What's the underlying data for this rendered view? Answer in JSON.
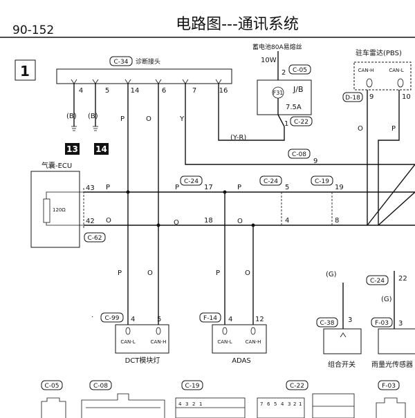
{
  "header": {
    "page_number": "90-152",
    "title": "电路图---通讯系统",
    "section_number": "1"
  },
  "diag_connector": {
    "code": "C-34",
    "label": "诊断接头",
    "pins": [
      "4",
      "5",
      "14",
      "6",
      "7",
      "16"
    ],
    "wire_colors": [
      "(B)",
      "(B)",
      "P",
      "O",
      "Y"
    ],
    "ground_badges": [
      "13",
      "14"
    ]
  },
  "junction_box": {
    "fuse_label": "蓄电池80A易熔丝",
    "wattage": "10W",
    "top_pin": "2",
    "top_connector": "C-05",
    "name": "J/B",
    "fuse_id": "F31",
    "fuse_rating": "7.5A",
    "bottom_pin": "1",
    "bottom_connector": "C-22",
    "wire_label": "(Y-R)"
  },
  "pbs": {
    "title": "驻车雷达(PBS)",
    "can_h": "CAN-H",
    "can_l": "CAN-L",
    "connector": "D-18",
    "pin_a": "9",
    "pin_b": "10",
    "wire_o": "O",
    "wire_p": "P"
  },
  "c08": {
    "code": "C-08",
    "pin": "9"
  },
  "airbag": {
    "title": "气囊-ECU",
    "resistor": "120Ω",
    "pin_h": "43",
    "pin_l": "42",
    "connector": "C-62",
    "wire_p": "P",
    "wire_o": "O"
  },
  "bus_connectors": {
    "c24a": {
      "code": "C-24",
      "pin_h": "17",
      "pin_l": "18"
    },
    "c24b": {
      "code": "C-24",
      "pin_h": "5",
      "pin_l": "4"
    },
    "c19": {
      "code": "C-19",
      "pin_h": "19",
      "pin_l": "8"
    },
    "labels": {
      "p1": "P",
      "p2": "P",
      "o1": "O",
      "o2": "O"
    }
  },
  "dct": {
    "connector": "C-99",
    "pin_l": "4",
    "pin_h": "5",
    "can_l": "CAN-L",
    "can_h": "CAN-H",
    "name": "DCT模块灯",
    "wire_p": "P",
    "wire_o": "O"
  },
  "adas": {
    "connector": "F-14",
    "pin_l": "4",
    "pin_h": "12",
    "can_l": "CAN-L",
    "can_h": "CAN-H",
    "name": "ADAS",
    "wire_p": "P",
    "wire_o": "O"
  },
  "combo_switch": {
    "wire": "(G)",
    "connector": "C-38",
    "pin": "3",
    "name": "组合开关"
  },
  "rain_sensor": {
    "upper_connector": "C-24",
    "upper_pin": "22",
    "wire": "(G)",
    "connector": "F-03",
    "pin": "3",
    "name": "雨量光传感器"
  },
  "bottom_connectors": [
    "C-05",
    "C-08",
    "C-19",
    "C-22",
    "F-03"
  ],
  "pin_strip": [
    "4",
    "3",
    "2",
    "1",
    "7",
    "6",
    "5",
    "4",
    "3",
    "2",
    "1"
  ]
}
